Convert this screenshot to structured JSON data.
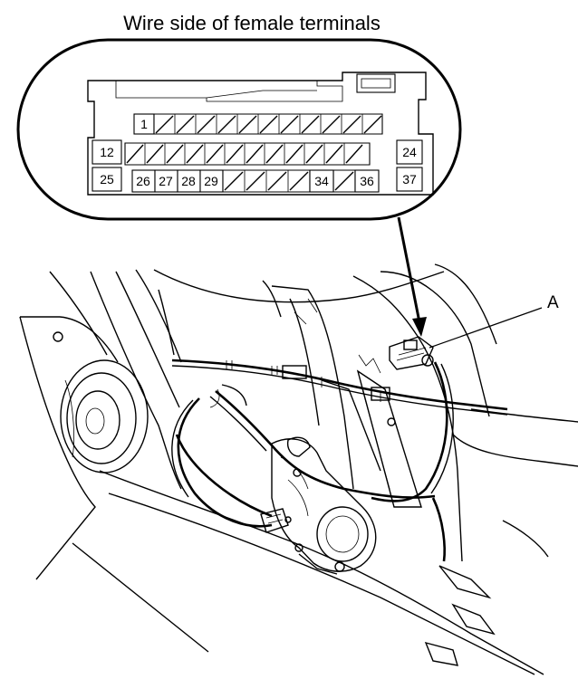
{
  "diagram": {
    "title": "Wire side of female terminals",
    "callout_label": "A",
    "terminal_labels": {
      "t1": "1",
      "t12": "12",
      "t24": "24",
      "t25": "25",
      "t26": "26",
      "t27": "27",
      "t28": "28",
      "t29": "29",
      "t34": "34",
      "t36": "36",
      "t37": "37"
    }
  }
}
